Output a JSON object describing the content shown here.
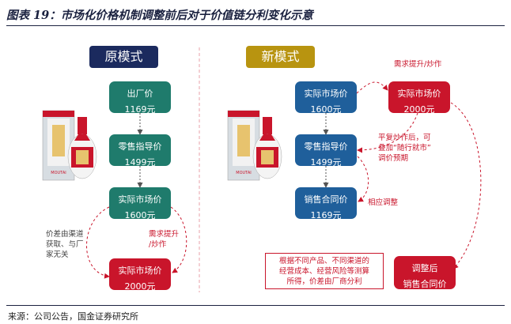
{
  "figure": {
    "title": "图表 19：市场化价格机制调整前后对于价值链分利变化示意",
    "source": "来源：公司公告，国金证券研究所"
  },
  "left_panel": {
    "mode_label": "原模式",
    "boxes": [
      {
        "name": "出厂价",
        "value": "1169元"
      },
      {
        "name": "零售指导价",
        "value": "1499元"
      },
      {
        "name": "实际市场价",
        "value": "1600元"
      },
      {
        "name": "实际市场价",
        "value": "2000元"
      }
    ],
    "note_left": [
      "价差由渠道",
      "获取、与厂",
      "家无关"
    ],
    "note_right": [
      "需求提升",
      "/炒作"
    ]
  },
  "right_panel": {
    "mode_label": "新模式",
    "boxes": [
      {
        "name": "实际市场价",
        "value": "1600元"
      },
      {
        "name": "零售指导价",
        "value": "1499元"
      },
      {
        "name": "销售合同价",
        "value": "1169元"
      }
    ],
    "market_box": {
      "name": "实际市场价",
      "value": "2000元"
    },
    "adjusted_box": {
      "name": "调整后",
      "value": "销售合同价"
    },
    "demand_label": "需求提升/炒作",
    "speculation_note": [
      "平复炒作后，可",
      "叠加“随行就市”",
      "调价预期"
    ],
    "adjust_label": "相应调整",
    "channel_note": [
      "根据不同产品、不同渠道的",
      "经营成本、经营风险等测算",
      "所得，价差由厂商分利"
    ]
  },
  "product": {
    "brand_text": "MOUTAI"
  },
  "colors": {
    "navy": "#1b2a5e",
    "gold": "#b89410",
    "green": "#1f7b6c",
    "blue": "#1f5f9b",
    "red": "#c9152b"
  }
}
